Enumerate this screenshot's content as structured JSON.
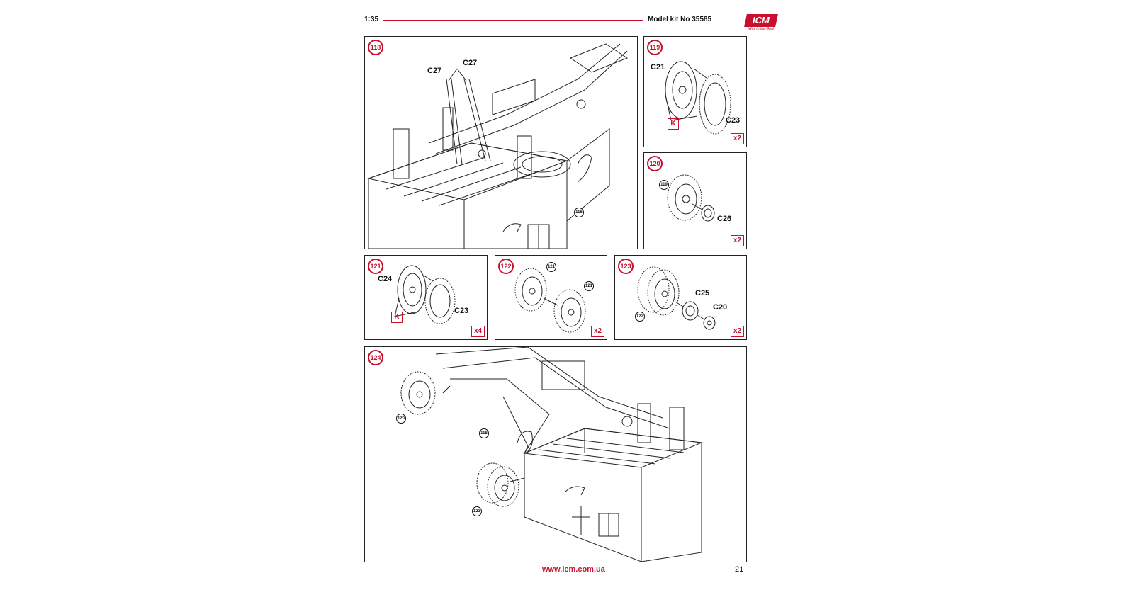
{
  "header": {
    "scale": "1:35",
    "kit": "Model kit No 35585",
    "logo_text": "ICM",
    "logo_tagline": "Way to the Goal"
  },
  "colors": {
    "accent": "#c8102e",
    "ink": "#222222"
  },
  "steps": [
    {
      "number": "118",
      "labels": [
        "C27",
        "C27"
      ],
      "refs": [
        "116"
      ],
      "qty": ""
    },
    {
      "number": "119",
      "labels": [
        "C21",
        "C23"
      ],
      "marker": "K",
      "refs": [],
      "qty": "x2"
    },
    {
      "number": "120",
      "labels": [
        "C26"
      ],
      "refs": [
        "119"
      ],
      "qty": "x2"
    },
    {
      "number": "121",
      "labels": [
        "C24",
        "C23"
      ],
      "marker": "K",
      "refs": [],
      "qty": "x4"
    },
    {
      "number": "122",
      "labels": [],
      "refs": [
        "121",
        "121"
      ],
      "qty": "x2"
    },
    {
      "number": "123",
      "labels": [
        "C25",
        "C20"
      ],
      "refs": [
        "122"
      ],
      "qty": "x2"
    },
    {
      "number": "124",
      "labels": [],
      "refs": [
        "120",
        "118",
        "123"
      ],
      "qty": ""
    }
  ],
  "footer": {
    "url": "www.icm.com.ua",
    "page": "21"
  }
}
